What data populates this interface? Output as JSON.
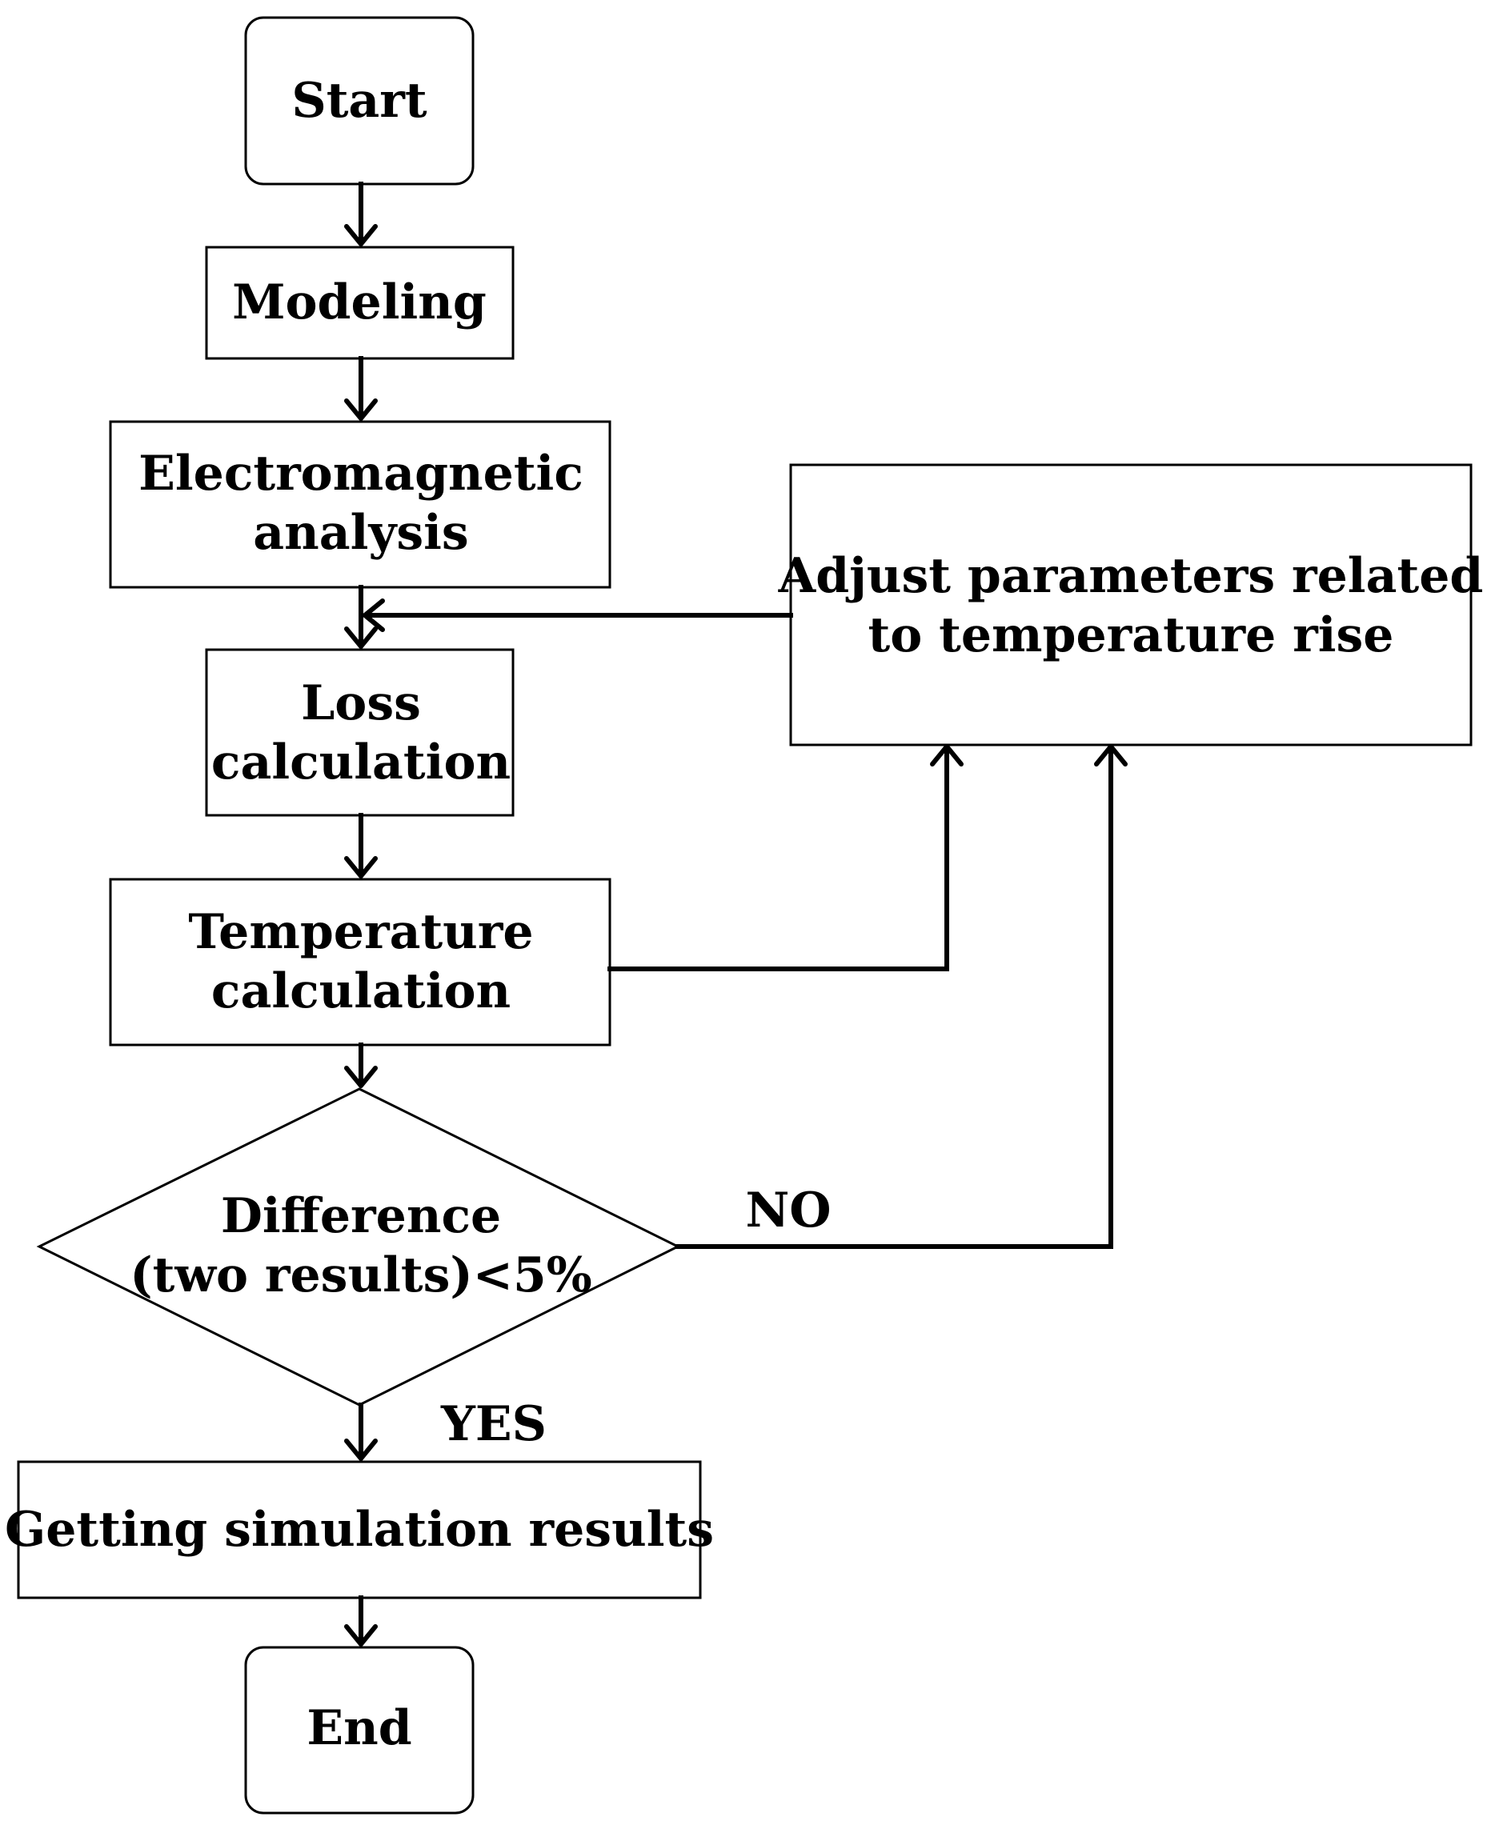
{
  "nodes": {
    "start": {
      "label": "Start"
    },
    "modeling": {
      "label": "Modeling"
    },
    "electromagnetic": {
      "line1": "Electromagnetic",
      "line2": "analysis"
    },
    "loss": {
      "line1": "Loss",
      "line2": "calculation"
    },
    "temperature": {
      "line1": "Temperature",
      "line2": "calculation"
    },
    "decision": {
      "line1": "Difference",
      "line2": "(two results)<5%"
    },
    "adjust": {
      "line1": "Adjust parameters related",
      "line2": "to temperature rise"
    },
    "results": {
      "label": "Getting simulation results"
    },
    "end": {
      "label": "End"
    }
  },
  "edges": {
    "no_label": "NO",
    "yes_label": "YES"
  },
  "colors": {
    "stroke": "#000000",
    "background": "#ffffff"
  }
}
